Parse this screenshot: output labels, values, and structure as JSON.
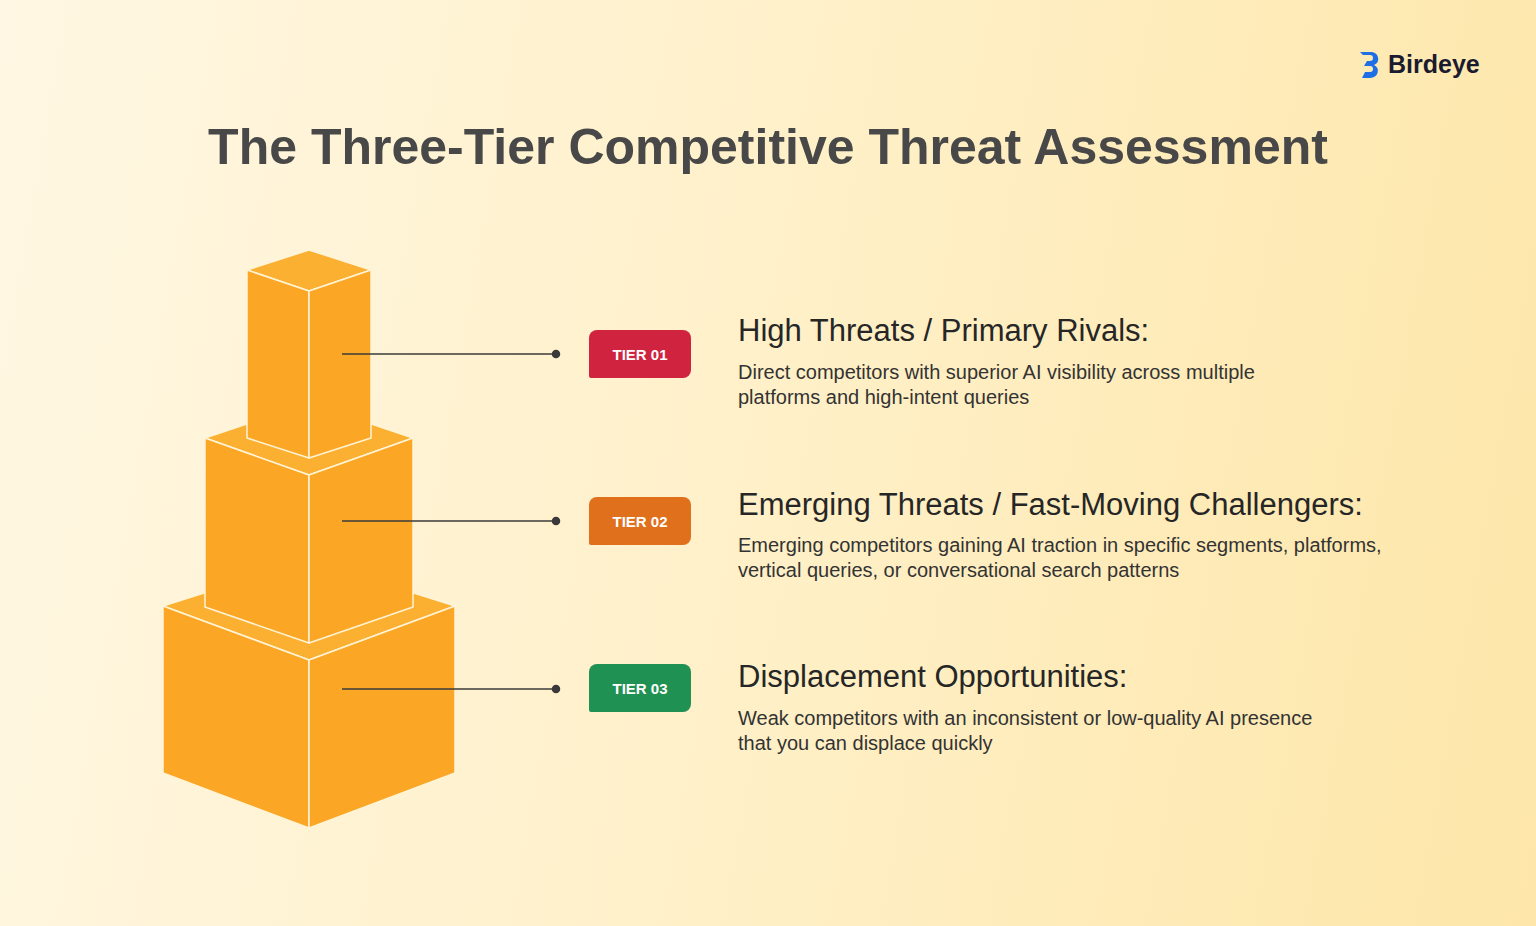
{
  "diagram": {
    "title": "The Three-Tier Competitive Threat Assessment",
    "nodes": [
      {
        "text": [
          "TIER 01"
        ]
      },
      {
        "text": [
          "TIER 02"
        ]
      },
      {
        "text": [
          "TIER 03"
        ]
      }
    ],
    "labels": [
      "Birdeye",
      "High Threats / Primary Rivals:",
      "Direct competitors with superior AI visibility across multiple platforms and high-intent queries",
      "Emerging Threats / Fast-Moving Challengers:",
      "Emerging competitors gaining AI traction in specific segments, platforms, vertical queries, or conversational search patterns",
      "Displacement Opportunities:",
      "Weak competitors with an inconsistent or low-quality AI presence that you can displace quickly"
    ]
  }
}
